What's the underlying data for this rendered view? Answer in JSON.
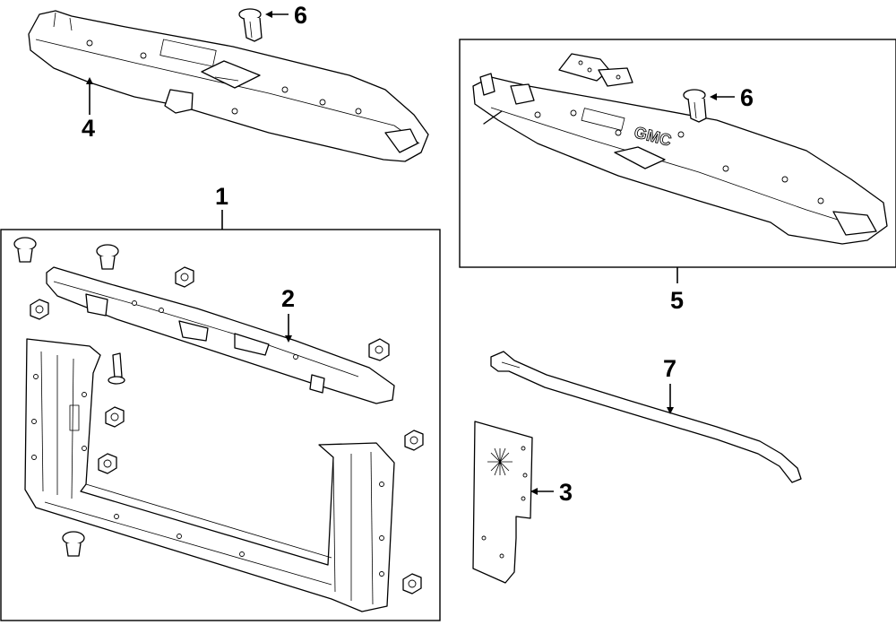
{
  "callouts": {
    "c1": "1",
    "c2": "2",
    "c3": "3",
    "c4": "4",
    "c5": "5",
    "c6a": "6",
    "c6b": "6",
    "c7": "7"
  },
  "parts": {
    "emblem_text": "GMC"
  },
  "colors": {
    "line": "#000000",
    "background": "#ffffff"
  }
}
